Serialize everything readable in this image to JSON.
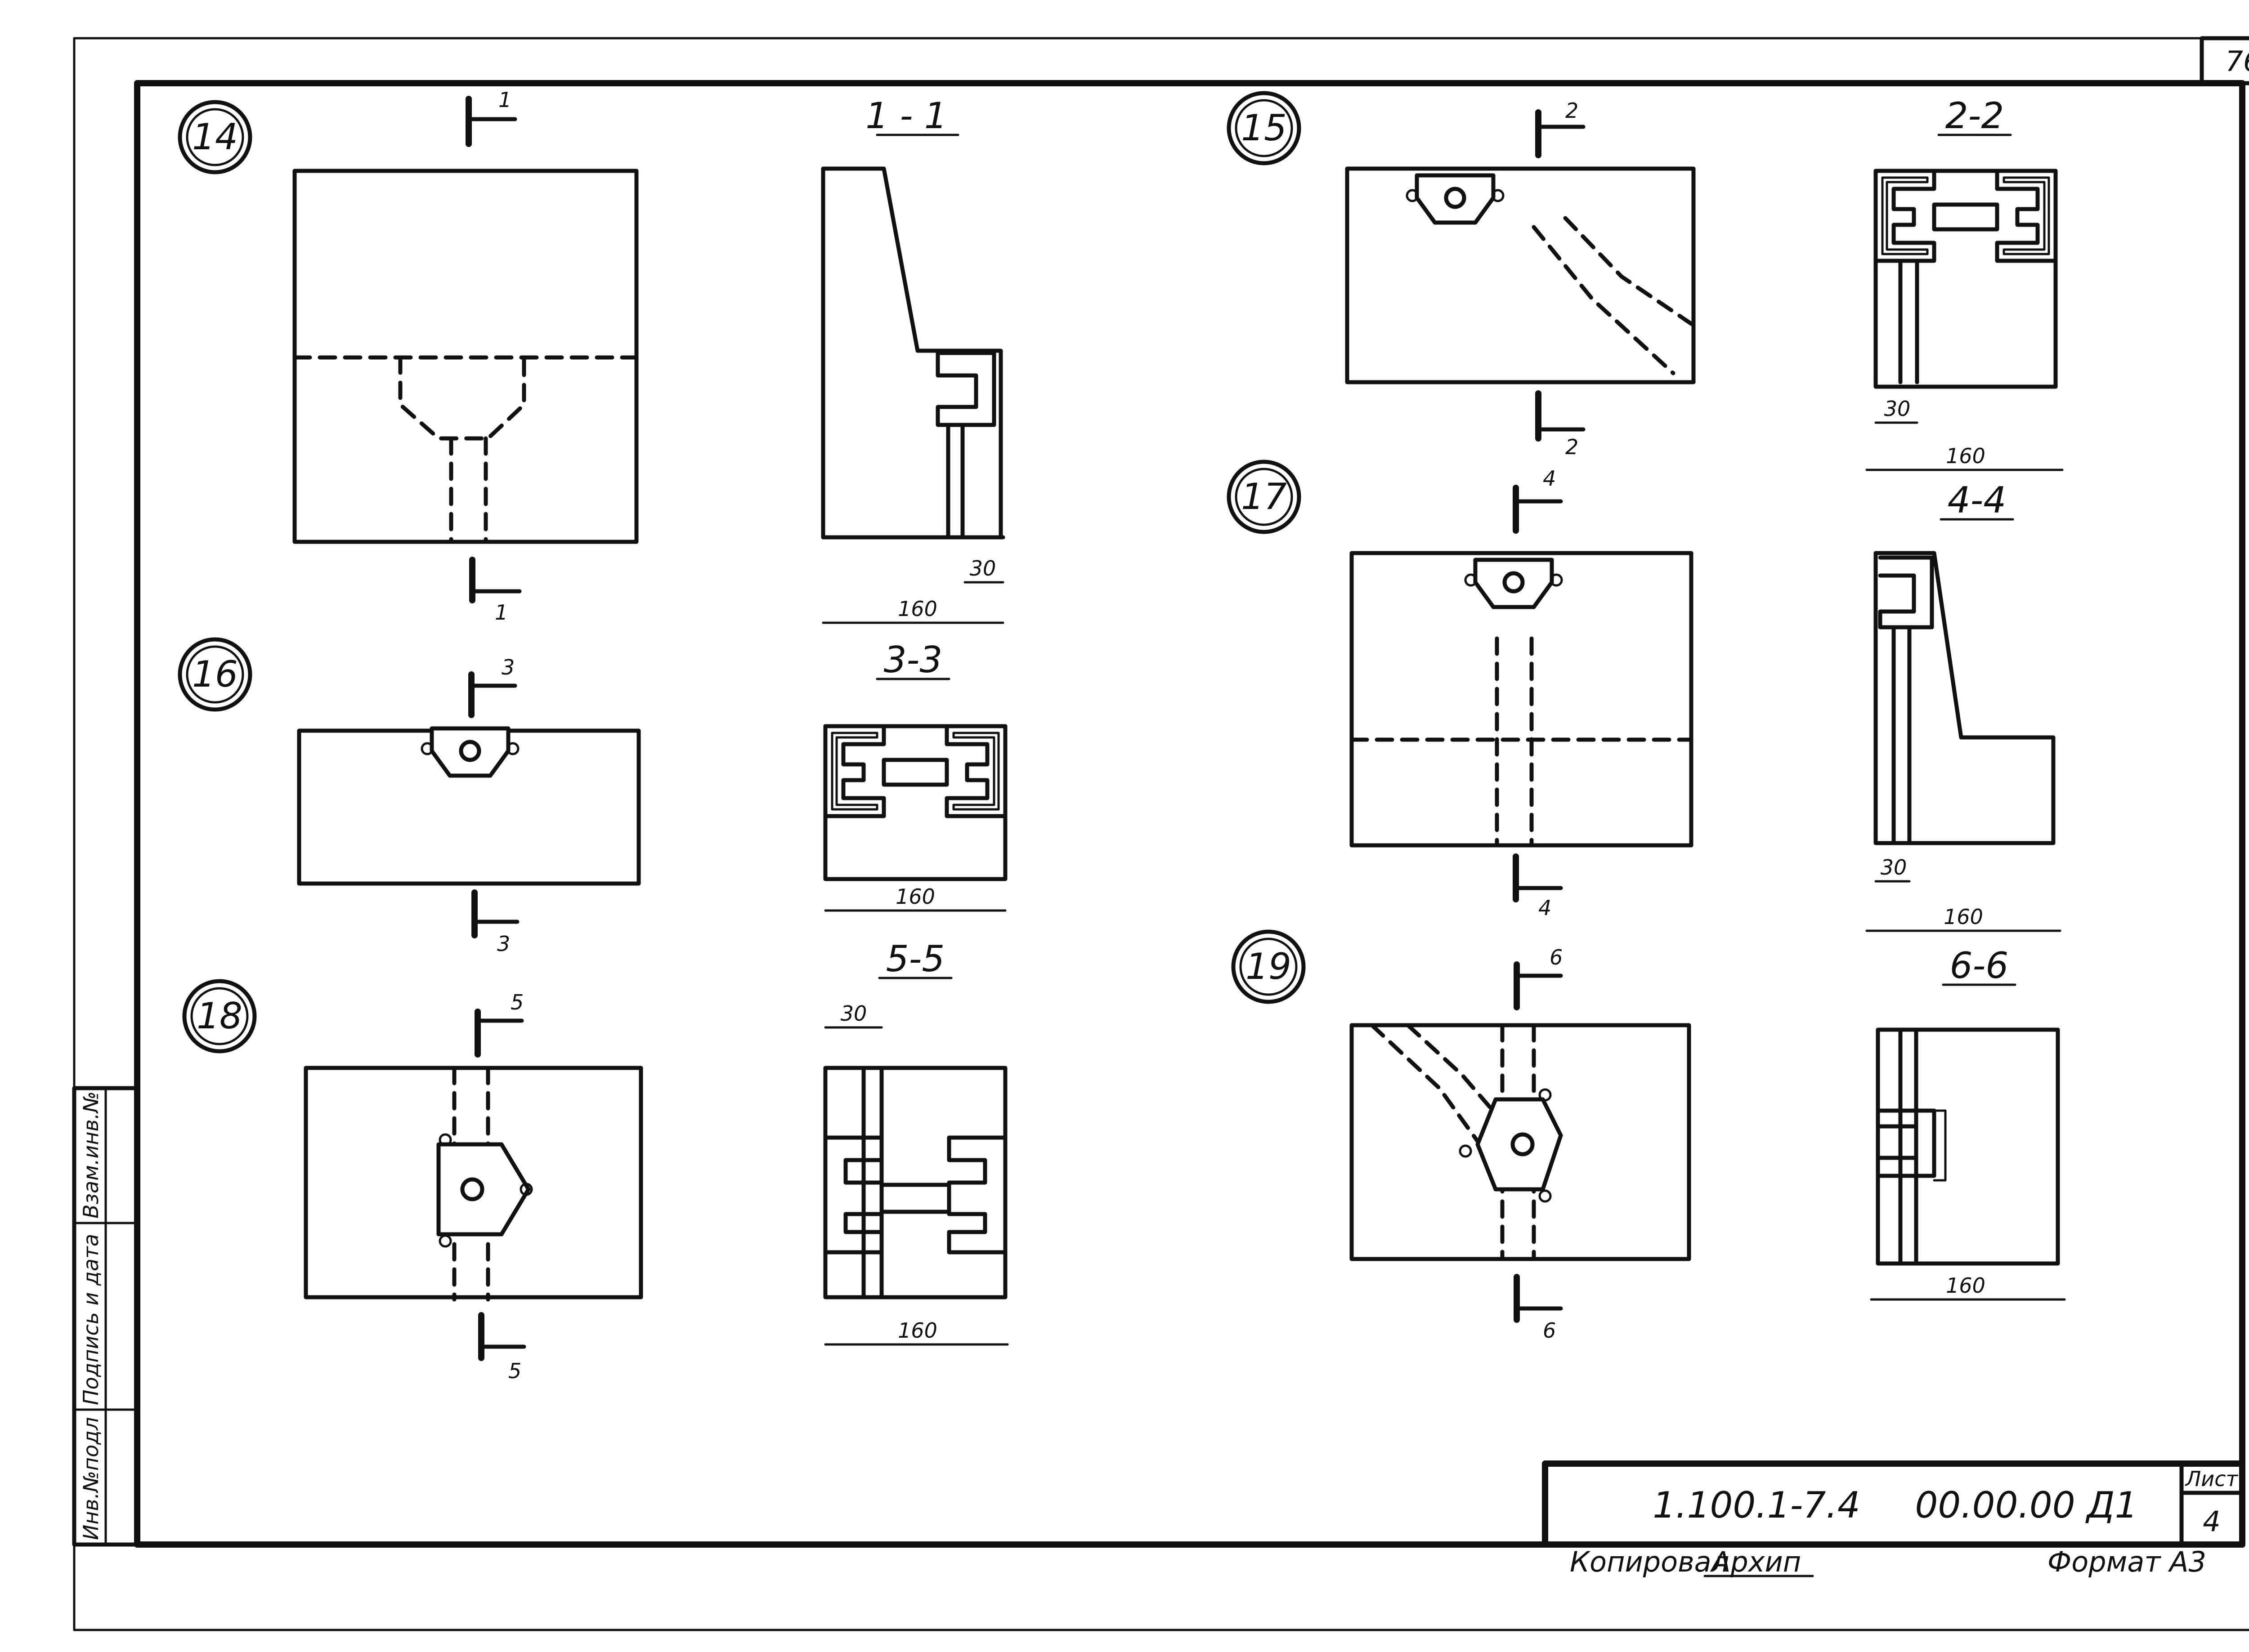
{
  "sheet": {
    "page_number": "76",
    "side_labels": [
      "Инв.№подл",
      "Подпись и дата",
      "Взам.инв.№"
    ],
    "title_block": {
      "designation": "1.100.1-7.4",
      "code": "00.00.00 Д1",
      "sheet_label": "Лист",
      "sheet_number": "4"
    },
    "copied_label": "Копировал",
    "copied_signature": "Архип",
    "format_label": "Формат А3"
  },
  "details": [
    {
      "number": "14",
      "cut": "1",
      "section": "1 - 1",
      "dims": [
        "160",
        "30"
      ]
    },
    {
      "number": "15",
      "cut": "2",
      "section": "2-2",
      "dims": [
        "30",
        "160"
      ]
    },
    {
      "number": "16",
      "cut": "3",
      "section": "3-3",
      "dims": [
        "160"
      ]
    },
    {
      "number": "17",
      "cut": "4",
      "section": "4-4",
      "dims": [
        "30",
        "160"
      ]
    },
    {
      "number": "18",
      "cut": "5",
      "section": "5-5",
      "dims": [
        "30",
        "160"
      ]
    },
    {
      "number": "19",
      "cut": "6",
      "section": "6-6",
      "dims": [
        "160"
      ]
    }
  ]
}
